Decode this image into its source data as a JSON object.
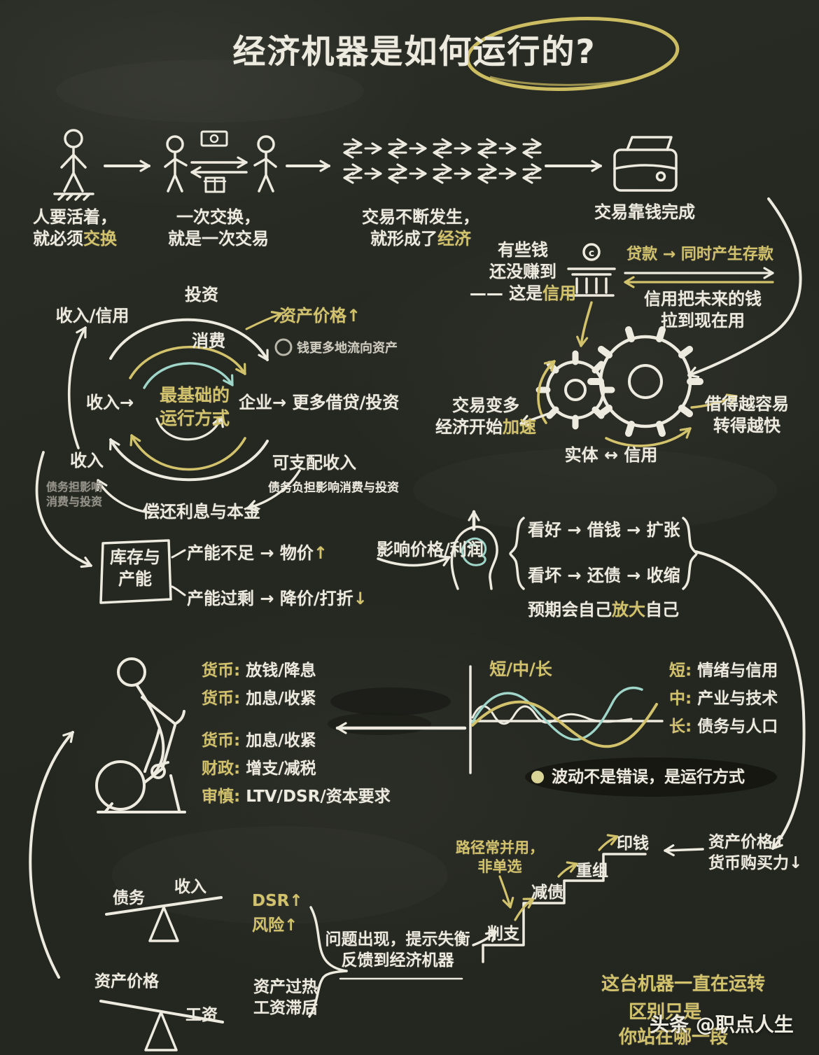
{
  "title": "经济机器是如何运行的?",
  "top_flow": {
    "cap1_l1": "人要活着，",
    "cap1_l2a": "就必须",
    "cap1_l2b": "交换",
    "cap2_l1": "一次交换，",
    "cap2_l2": "就是一次交易",
    "cap3_l1": "交易不断发生，",
    "cap3_l2a": "就形成了",
    "cap3_l2b": "经济",
    "cap4": "交易靠钱完成"
  },
  "credit": {
    "bank_letter": "c",
    "l1": "有些钱",
    "l2": "还没赚到",
    "l3a": "—— 这是",
    "l3b": "信用",
    "loan": "贷款 → 同时产生存款",
    "pull_l1": "信用把未来的钱",
    "pull_l2": "拉到现在用"
  },
  "cycle": {
    "invest": "投资",
    "income_credit": "收入/信用",
    "consume": "消费",
    "asset_price": "资产价格↑",
    "money_to_assets": "钱更多地流向资产",
    "income_in": "收入→",
    "core_l1": "最基础的",
    "core_l2": "运行方式",
    "firm": "企业→ 更多借贷/投资",
    "disposable": "可支配收入",
    "debt_note": "债务负担影响消费与投资",
    "income_left": "收入",
    "debt_dim_l1": "债务担影响",
    "debt_dim_l2": "消费与投资",
    "repay": "偿还利息与本金"
  },
  "gears": {
    "trade_l1": "交易变多",
    "trade_l2a": "经济开始",
    "trade_l2b": "加速",
    "entity_credit": "实体 ↔ 信用",
    "easy_l1": "借得越容易",
    "easy_l2": "转得越快"
  },
  "capacity": {
    "box_l1": "库存与",
    "box_l2": "产能",
    "under": "产能不足 → 物价",
    "under_arrow": "↑",
    "over": "产能过剩 → 降价/打折",
    "over_arrow": "↓",
    "impact": "影响价格/利润",
    "bull": "看好 → 借钱 → 扩张",
    "bear": "看坏 → 还债 → 收缩",
    "expect_a": "预期会自己",
    "expect_b": "放大",
    "expect_c": "自己"
  },
  "policy": {
    "rows": [
      {
        "label": "货币:",
        "value": "放钱/降息"
      },
      {
        "label": "货币:",
        "value": "加息/收紧"
      },
      {
        "label": "货币:",
        "value": "加息/收紧"
      },
      {
        "label": "财政:",
        "value": "增支/减税"
      },
      {
        "label": "审慎:",
        "value": "LTV/DSR/资本要求"
      }
    ]
  },
  "waves": {
    "axis_label": "短/中/长",
    "legend": [
      {
        "k": "短:",
        "v": "情绪与信用"
      },
      {
        "k": "中:",
        "v": "产业与技术"
      },
      {
        "k": "长:",
        "v": "债务与人口"
      }
    ],
    "note": "波动不是错误，是运行方式"
  },
  "bottom": {
    "path_l1": "路径常并用，",
    "path_l2": "非单选",
    "steps": [
      "削支",
      "减债",
      "重组",
      "印钱"
    ],
    "asset_up": "资产价格↑",
    "purchasing_down": "货币购买力↓",
    "debt": "债务",
    "income": "收入",
    "dsr": "DSR↑",
    "risk": "风险↑",
    "problem_l1": "问题出现，提示失衡",
    "problem_l2": "反馈到经济机器",
    "asset_price": "资产价格",
    "wage": "工资",
    "overheat_l1": "资产过热",
    "overheat_l2": "工资滞后",
    "machine_l1": "这台机器一直在运转",
    "machine_l2": "区别只是",
    "machine_l3": "你站在哪一段"
  },
  "watermark": {
    "brand": "头条",
    "handle": "@职点人生"
  }
}
